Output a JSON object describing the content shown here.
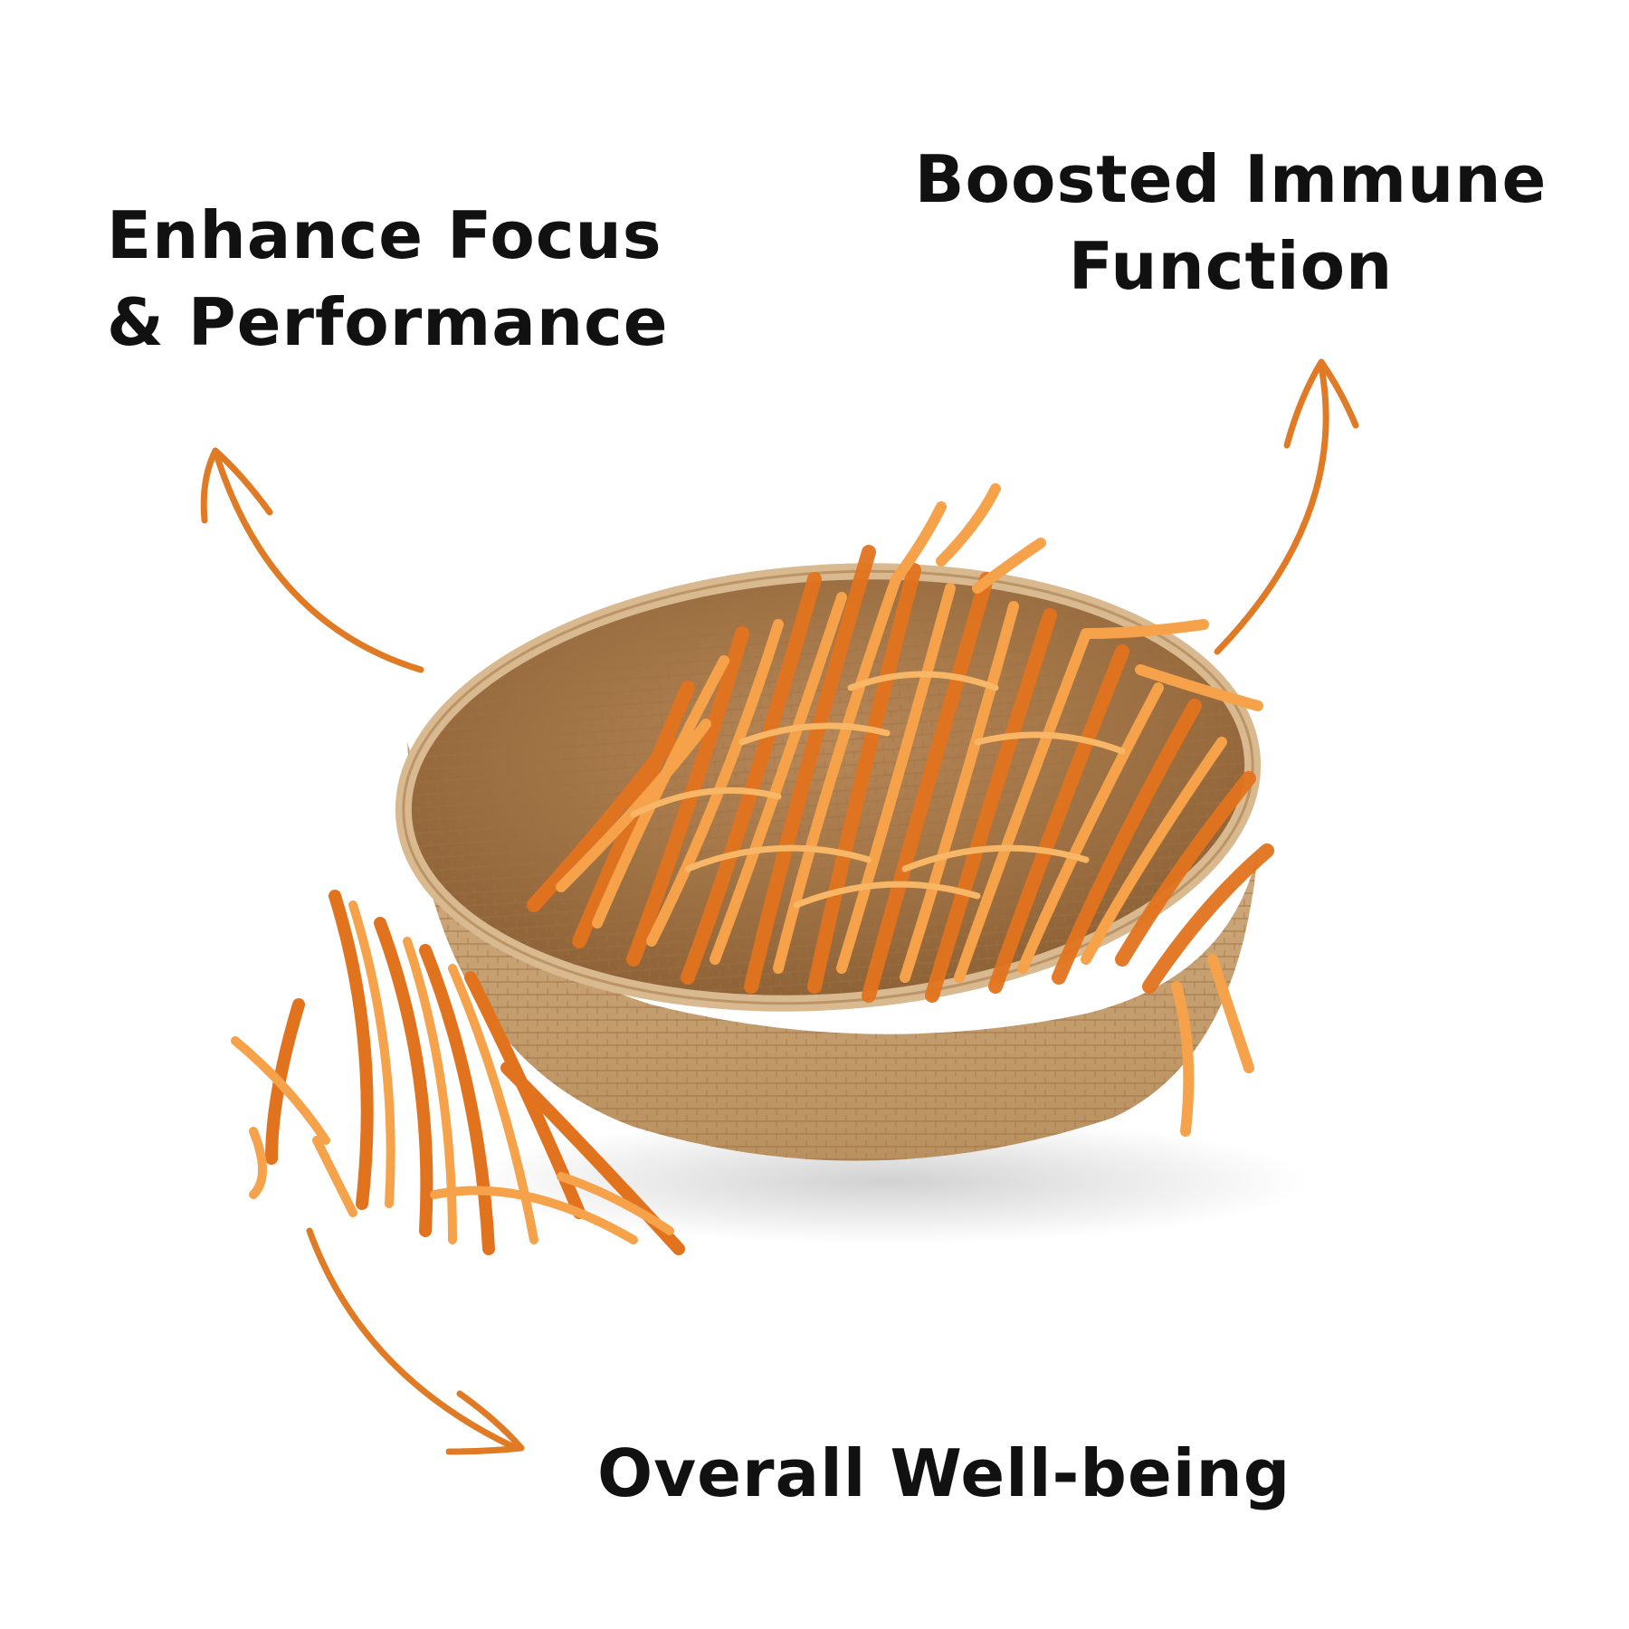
{
  "colors": {
    "background": "#ffffff",
    "text": "#111111",
    "arrow": "#e07a24",
    "cordyceps_light": "#f6a24a",
    "cordyceps_dark": "#e2731e",
    "basket": "#c9a074",
    "basket_dark": "#a67b4d"
  },
  "benefits": {
    "focus": {
      "line1": "Enhance Focus",
      "line2": "& Performance"
    },
    "immune": {
      "line1": "Boosted Immune",
      "line2": "Function"
    },
    "wellbeing": {
      "line1": "Overall Well-being"
    }
  },
  "icons": {
    "arrow_focus": "curved-arrow-up-left-icon",
    "arrow_immune": "curved-arrow-up-right-icon",
    "arrow_wellbeing": "curved-arrow-down-right-icon"
  }
}
